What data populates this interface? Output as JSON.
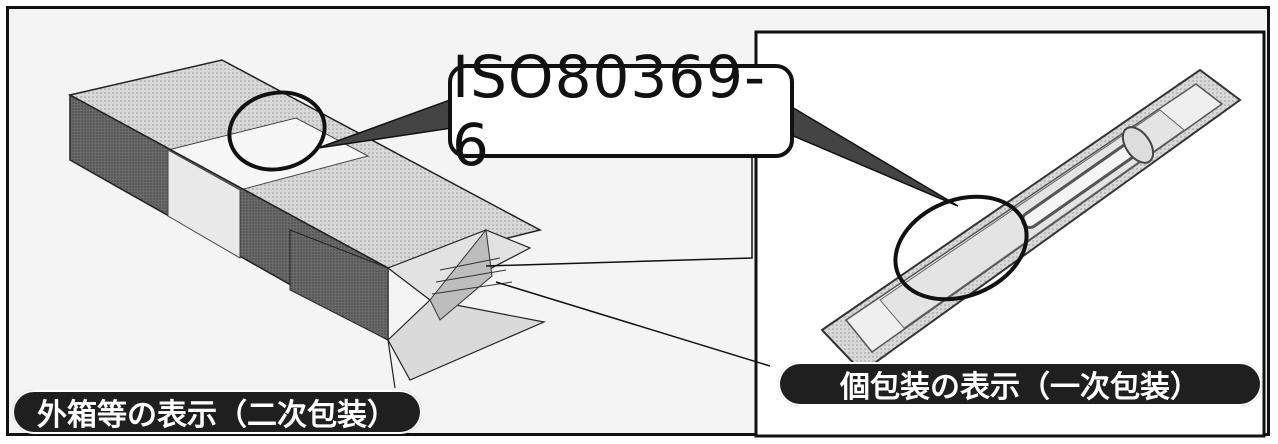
{
  "callout": {
    "standard": "ISO80369-6"
  },
  "captions": {
    "secondary_packaging": "外箱等の表示（二次包装）",
    "primary_packaging": "個包装の表示（一次包装）"
  },
  "colors": {
    "ink": "#111111",
    "box_dark": "#6e6e6e",
    "box_light": "#c9c9c9",
    "background": "#f4f4f4"
  }
}
